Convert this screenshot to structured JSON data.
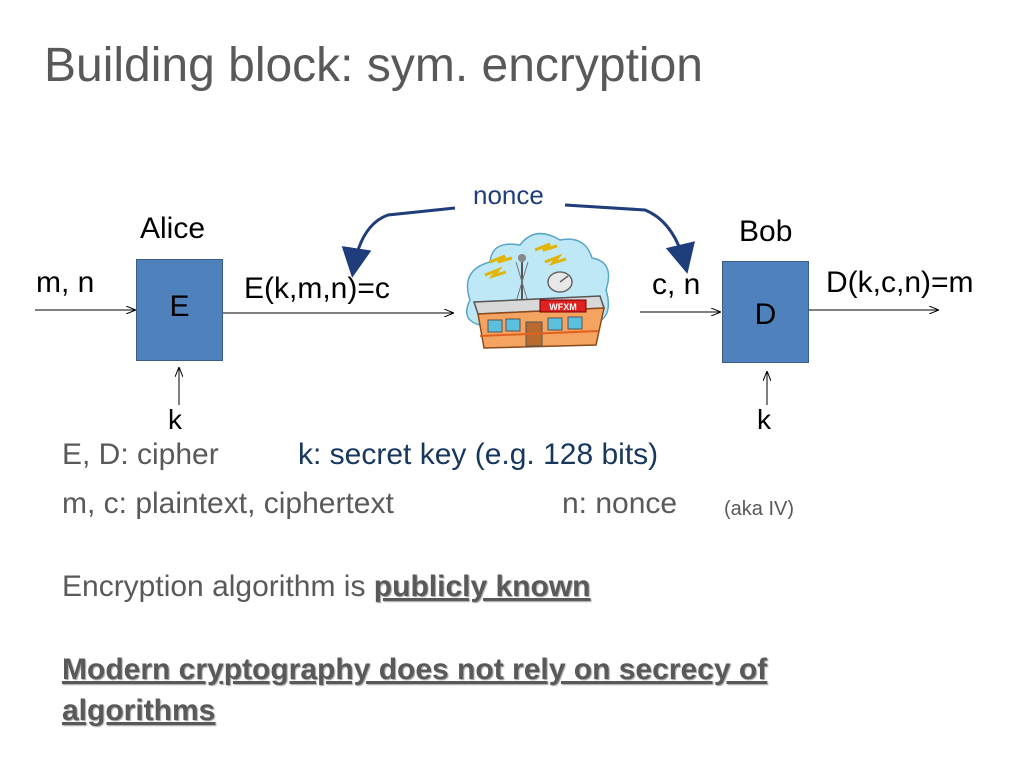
{
  "slide": {
    "title": "Building block:   sym. encryption"
  },
  "diagram": {
    "nonce_label": "nonce",
    "alice_label": "Alice",
    "bob_label": "Bob",
    "alice_input": "m, n",
    "encrypt_box": "E",
    "ciphertext_label": "E(k,m,n)=c",
    "bob_input": "c, n",
    "decrypt_box": "D",
    "decrypt_output": "D(k,c,n)=m",
    "alice_key": "k",
    "bob_key": "k",
    "station_sign": "WFXM",
    "colors": {
      "box_fill": "#4f81bd",
      "nonce_arrow": "#1f3d7a",
      "title_text": "#595959",
      "key_text": "#17375e"
    },
    "icons": {
      "station": "radio-station-icon"
    }
  },
  "content": {
    "line1_left": "E, D:  cipher",
    "line1_right": "k:  secret key (e.g. 128 bits)",
    "line2_left": "m, c:  plaintext,  ciphertext",
    "line2_right": "n:  nonce",
    "line2_note": "(aka IV)",
    "line3_prefix": "Encryption algorithm is ",
    "line3_emph": "publicly known",
    "line4_emph_1": "Modern cryptography does not rely on secrecy of",
    "line4_emph_2": "algorithms"
  }
}
